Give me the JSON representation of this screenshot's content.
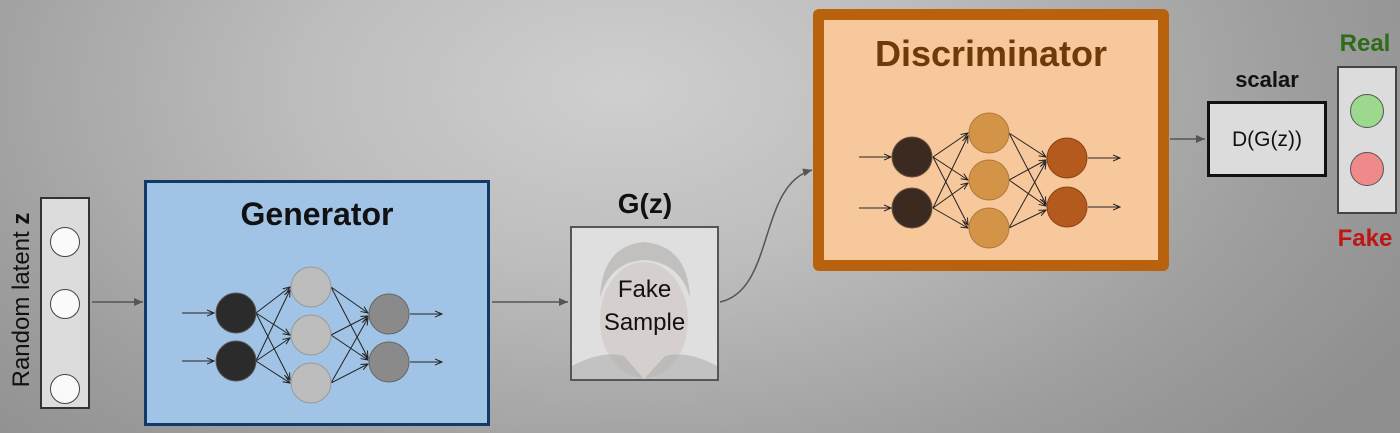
{
  "latent": {
    "label": "Random latent ",
    "label_bold": "z",
    "nodes": 3
  },
  "generator": {
    "title": "Generator",
    "color": "#a1c4e6",
    "border_color": "#123a66"
  },
  "sample": {
    "title": "G(z)",
    "text_line1": "Fake",
    "text_line2": "Sample"
  },
  "discriminator": {
    "title": "Discriminator",
    "color": "#f8c89d",
    "border_color": "#b8620e"
  },
  "output": {
    "title": "scalar",
    "value": "D(G(z))"
  },
  "verdict": {
    "real_label": "Real",
    "fake_label": "Fake",
    "real_color": "#2e6b1a",
    "fake_color": "#c01515"
  }
}
